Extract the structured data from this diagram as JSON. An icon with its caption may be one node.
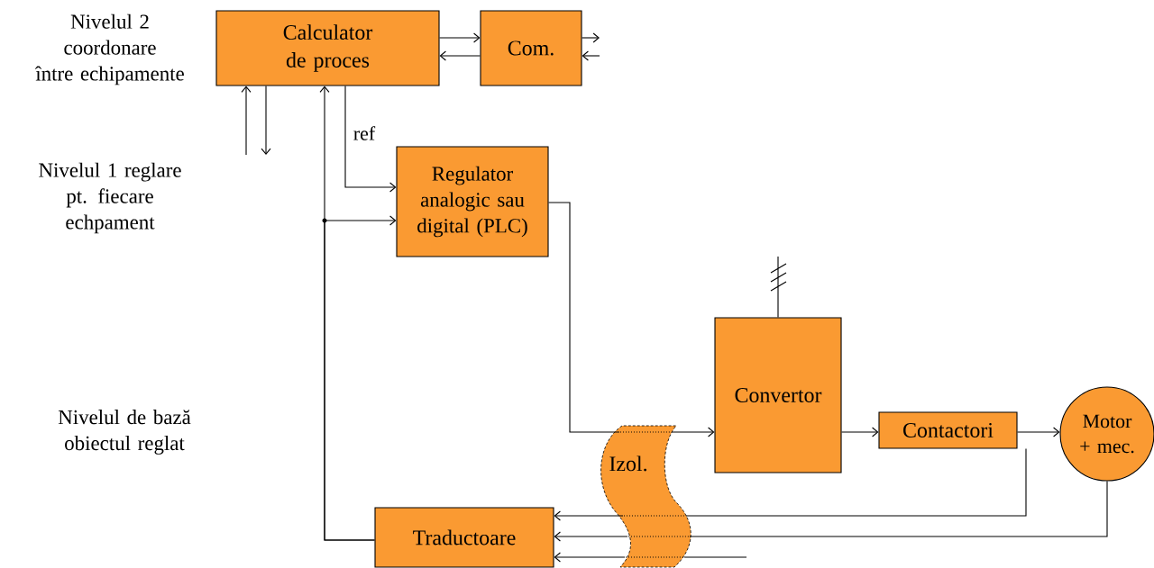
{
  "diagram": {
    "nodes": [
      {
        "text": [
          "Calculator de proces"
        ]
      },
      {
        "text": [
          "Com."
        ]
      },
      {
        "text": [
          "Regulator analogic sau digital (PLC)"
        ]
      },
      {
        "text": [
          "Convertor"
        ]
      },
      {
        "text": [
          "Izol."
        ]
      },
      {
        "text": [
          "Contactori"
        ]
      },
      {
        "text": [
          "Motor + mec."
        ]
      },
      {
        "text": [
          "Traductoare"
        ]
      }
    ],
    "edges": [
      {
        "from": 0,
        "to": 1,
        "arrow": "to"
      },
      {
        "from": 1,
        "to": 0,
        "arrow": "to"
      },
      {
        "from": 1,
        "to": null,
        "arrow": "to"
      },
      {
        "from": null,
        "to": 1,
        "arrow": "to"
      },
      {
        "from": null,
        "to": 0,
        "arrow": "to"
      },
      {
        "from": 0,
        "to": null,
        "arrow": "to"
      },
      {
        "from": 0,
        "to": 2,
        "arrow": "to",
        "label": "ref"
      },
      {
        "from": 7,
        "to": 0,
        "arrow": "to"
      },
      {
        "from": 7,
        "to": 2,
        "arrow": "to"
      },
      {
        "from": 2,
        "to": 4,
        "arrow": "none"
      },
      {
        "from": 4,
        "to": 3,
        "arrow": "to"
      },
      {
        "from": 3,
        "to": 5,
        "arrow": "to"
      },
      {
        "from": 5,
        "to": 6,
        "arrow": "to"
      },
      {
        "from": 5,
        "to": 4,
        "arrow": "none"
      },
      {
        "from": 4,
        "to": 7,
        "arrow": "to"
      },
      {
        "from": 6,
        "to": 4,
        "arrow": "none"
      },
      {
        "from": 4,
        "to": 7,
        "arrow": "to"
      },
      {
        "from": null,
        "to": 4,
        "arrow": "none"
      },
      {
        "from": 4,
        "to": 7,
        "arrow": "to"
      },
      {
        "from": null,
        "to": 3,
        "arrow": "none"
      }
    ],
    "labels": [
      "Nivelul 2 coordonare între echipamente",
      "Nivelul 1 reglare pt. fiecare echpament",
      "Nivelul de bază obiectul reglat"
    ]
  }
}
